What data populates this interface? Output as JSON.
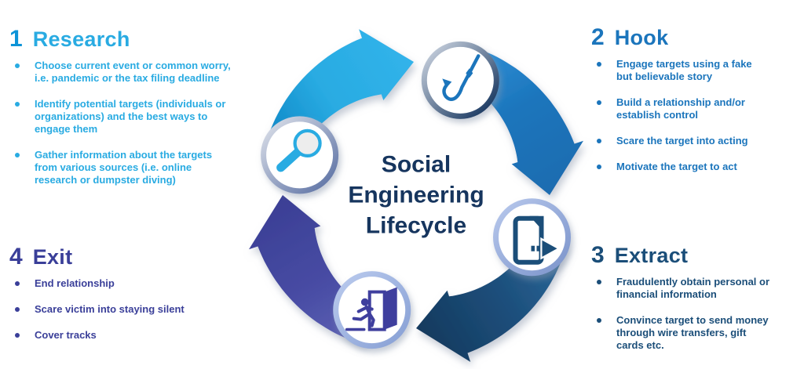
{
  "title": {
    "lines": [
      "Social",
      "Engineering",
      "Lifecycle"
    ],
    "color": "#16355e"
  },
  "sections": [
    {
      "id": "research",
      "number": "1",
      "heading": "Research",
      "color": "#29abe2",
      "number_color": "#0d94d8",
      "bullets": [
        [
          "Choose current event or common worry,",
          "i.e. pandemic or the tax filing deadline"
        ],
        [
          "Identify potential targets (individuals or",
          "organizations) and the best ways to",
          "engage them"
        ],
        [
          "Gather information about the targets",
          "from various sources (i.e. online",
          "research or dumpster diving)"
        ]
      ]
    },
    {
      "id": "hook",
      "number": "2",
      "heading": "Hook",
      "color": "#1b75bc",
      "number_color": "#1b75bc",
      "bullets": [
        [
          "Engage targets using a fake",
          "but believable story"
        ],
        [
          "Build a relationship and/or",
          "establish control"
        ],
        [
          "Scare the target into acting"
        ],
        [
          "Motivate the target to act"
        ]
      ]
    },
    {
      "id": "extract",
      "number": "3",
      "heading": "Extract",
      "color": "#1b4e79",
      "number_color": "#1b4e79",
      "bullets": [
        [
          "Fraudulently obtain personal or",
          "financial information"
        ],
        [
          "Convince target to send money",
          "through wire transfers, gift",
          "cards etc."
        ]
      ]
    },
    {
      "id": "exit",
      "number": "4",
      "heading": "Exit",
      "color": "#3a3f99",
      "number_color": "#3a3f99",
      "bullets": [
        [
          "End relationship"
        ],
        [
          "Scare victim into staying silent"
        ],
        [
          "Cover tracks"
        ]
      ]
    }
  ],
  "cycle": {
    "arrows": [
      {
        "name": "research-to-hook",
        "stops": [
          "#0e87c6",
          "#29abe2",
          "#31b3ea"
        ]
      },
      {
        "name": "hook-to-extract",
        "stops": [
          "#3090d6",
          "#1b75bc",
          "#1a6cb0"
        ]
      },
      {
        "name": "extract-to-exit",
        "stops": [
          "#2a689a",
          "#1d4f7c",
          "#143a5e"
        ]
      },
      {
        "name": "exit-to-research",
        "stops": [
          "#5d61b4",
          "#474ba3",
          "#3b3f95"
        ]
      }
    ],
    "nodes": [
      {
        "name": "research",
        "icon": "magnifier-icon",
        "icon_color": "#29abe2",
        "ring": [
          "#d6dbe6",
          "#5f74a6"
        ]
      },
      {
        "name": "hook",
        "icon": "fish-hook-icon",
        "icon_color": "#1b75bc",
        "ring": [
          "#c6cfdc",
          "#16355e"
        ]
      },
      {
        "name": "extract",
        "icon": "document-extract-icon",
        "icon_color": "#1b4e79",
        "ring": [
          "#b4c5ea",
          "#7f97cd"
        ]
      },
      {
        "name": "exit",
        "icon": "exit-door-icon",
        "icon_color": "#3f3f9e",
        "ring": [
          "#b7c8ec",
          "#8aa2d6"
        ]
      }
    ]
  }
}
